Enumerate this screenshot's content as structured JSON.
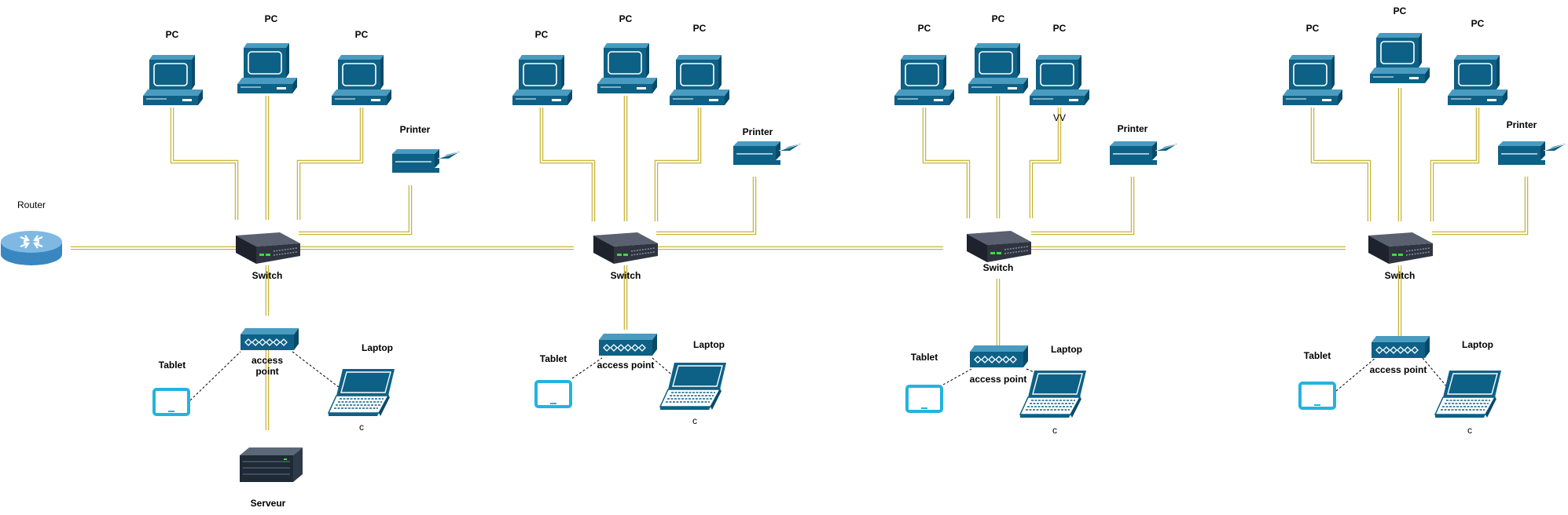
{
  "labels": {
    "pc": "PC",
    "printer": "Printer",
    "switch": "Switch",
    "tablet": "Tablet",
    "laptop": "Laptop",
    "access_point": "access point",
    "access_point_line1": "access",
    "access_point_line2": "point",
    "laptop_caption": "c",
    "router": "Router",
    "server": "Serveur",
    "stray_mark": "VV"
  },
  "colors": {
    "device": "#0e6186",
    "device_light": "#4a9bc0",
    "device_dark": "#0a4a68",
    "tablet": "#23b3e0",
    "cable": "#c8b43c",
    "switch_body": "#2f3440",
    "led": "#3ddc3d"
  },
  "icons": [
    "router-icon",
    "pc-icon",
    "printer-icon",
    "switch-icon",
    "access-point-icon",
    "tablet-icon",
    "laptop-icon",
    "server-icon"
  ]
}
